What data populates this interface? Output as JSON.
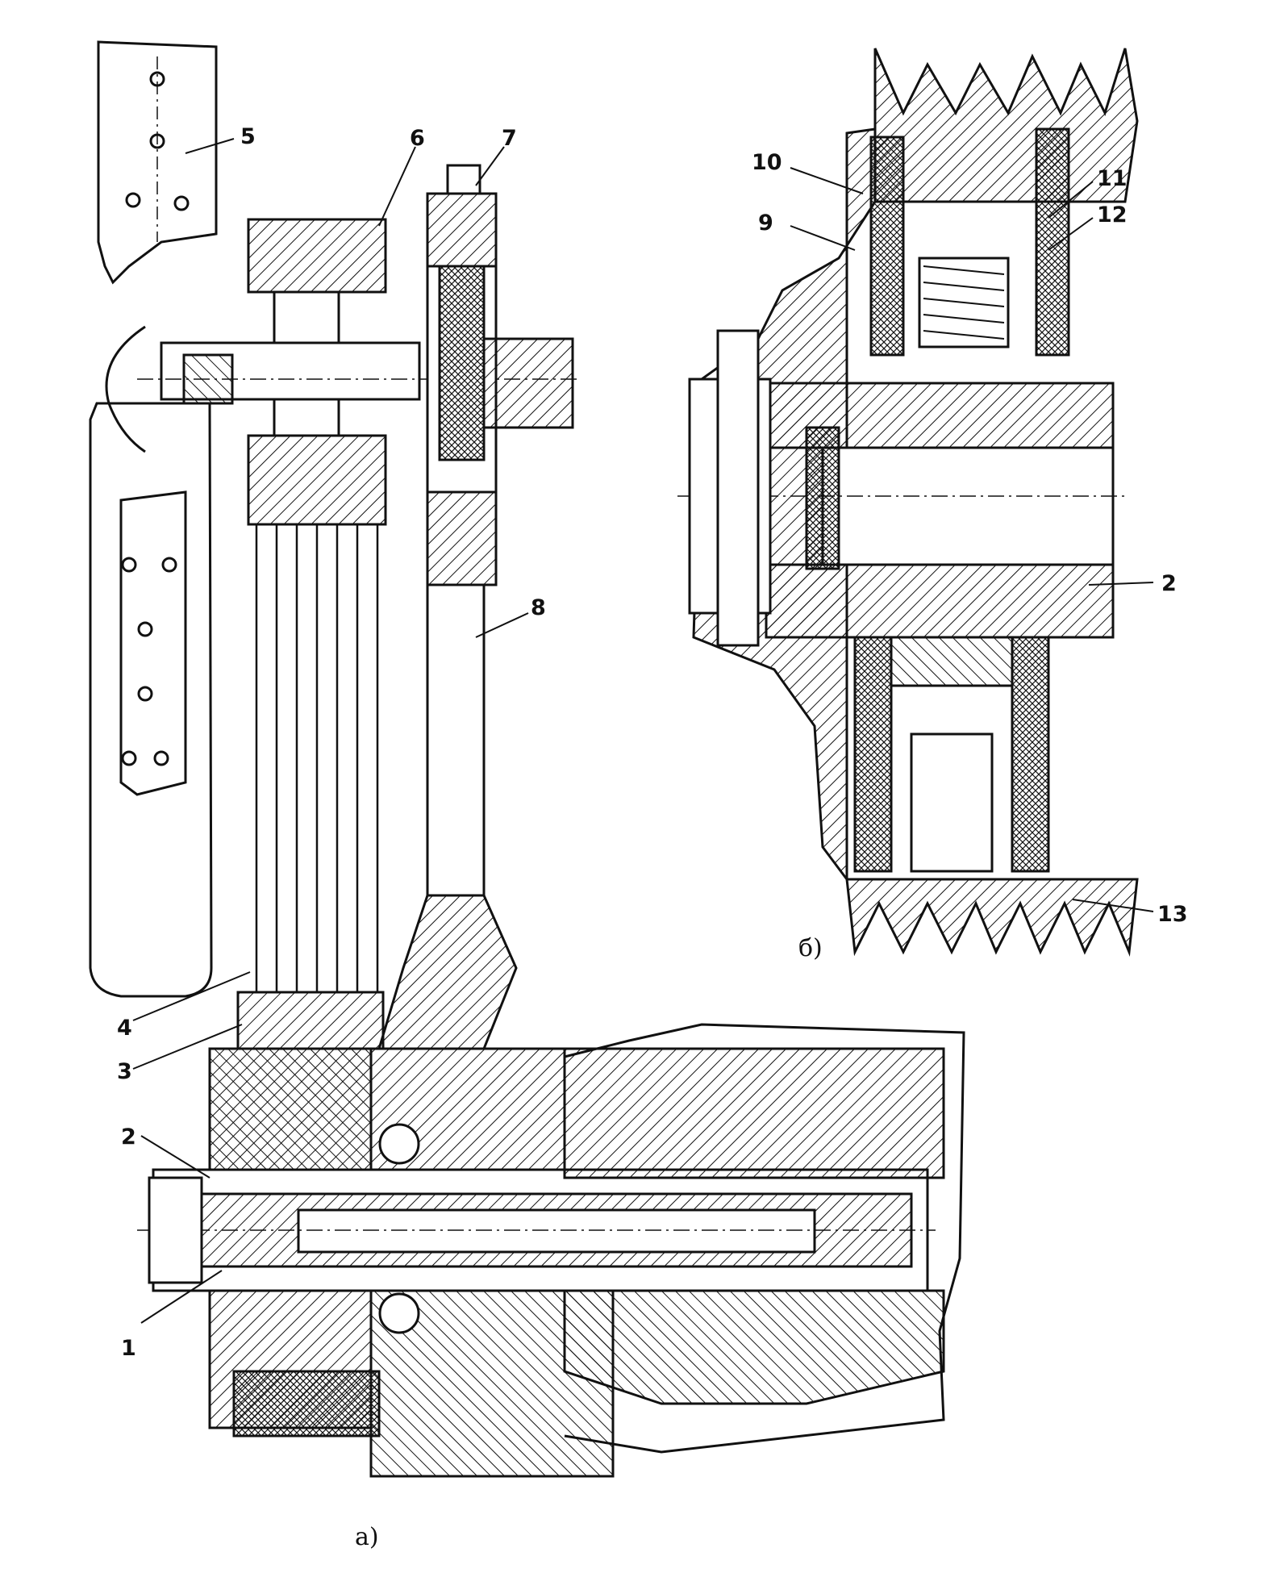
{
  "figure": {
    "subfigure_a": "а)",
    "subfigure_b": "б)",
    "callouts": {
      "c1": "1",
      "c2a": "2",
      "c2b": "2",
      "c3": "3",
      "c4": "4",
      "c5": "5",
      "c6": "6",
      "c7": "7",
      "c8": "8",
      "c9": "9",
      "c10": "10",
      "c11": "11",
      "c12": "12",
      "c13": "13"
    }
  },
  "colors": {
    "ink": "#111111",
    "paper": "#ffffff"
  }
}
